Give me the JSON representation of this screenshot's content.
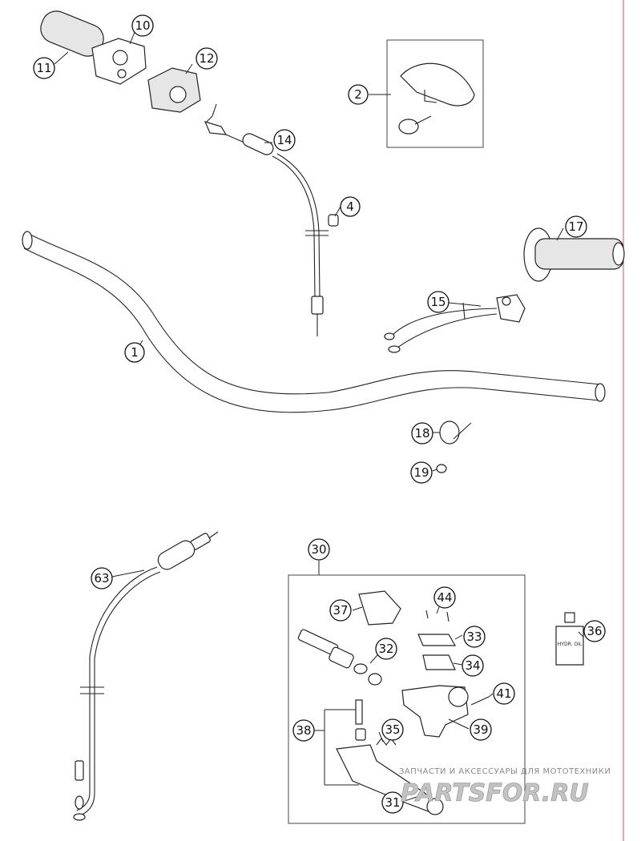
{
  "callouts": {
    "c1": "1",
    "c2": "2",
    "c4": "4",
    "c10": "10",
    "c11": "11",
    "c12": "12",
    "c14": "14",
    "c15": "15",
    "c17": "17",
    "c18": "18",
    "c19": "19",
    "c30": "30",
    "c31": "31",
    "c32": "32",
    "c33": "33",
    "c34": "34",
    "c35": "35",
    "c36": "36",
    "c37": "37",
    "c38": "38",
    "c39": "39",
    "c41": "41",
    "c44": "44",
    "c63": "63"
  },
  "bottle_label": "HYDR. OIL",
  "watermark": {
    "tagline": "ЗАПЧАСТИ И АКСЕССУАРЫ ДЛЯ МОТОТЕХНИКИ",
    "logo": "PARTSFOR.RU"
  },
  "colors": {
    "edge_line": "#d9534f",
    "ink": "#222222",
    "watermark": "#9c9c9c"
  }
}
